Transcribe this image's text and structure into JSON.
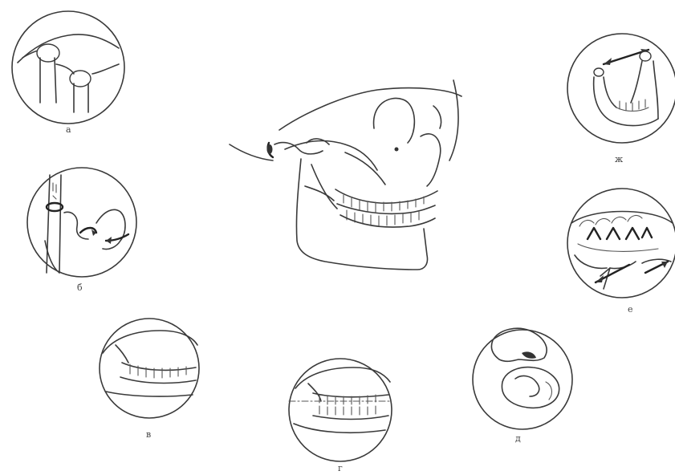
{
  "labels": {
    "a": "а",
    "b": "б",
    "v": "в",
    "g": "г",
    "d": "д",
    "e": "е",
    "zh": "ж"
  }
}
